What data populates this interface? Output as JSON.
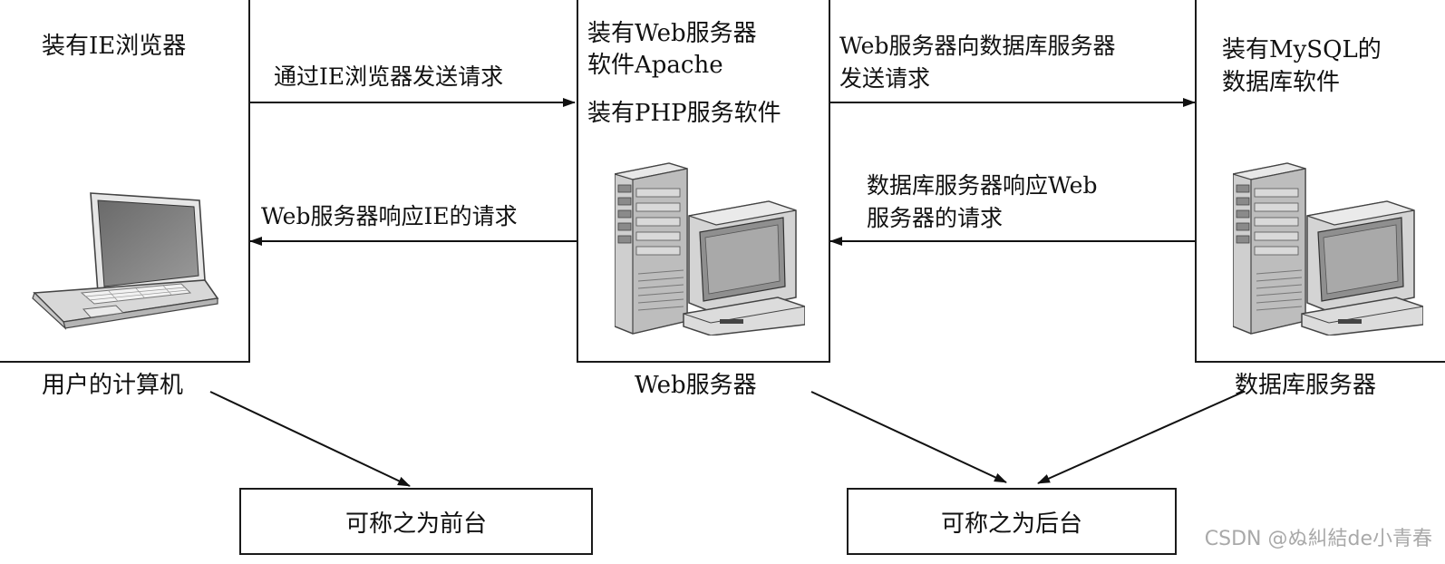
{
  "nodes": {
    "client": {
      "caption": "装有IE浏览器",
      "footer": "用户的计算机",
      "device": "laptop-icon"
    },
    "web_server": {
      "caption_lines": [
        "装有Web服务器",
        "软件Apache",
        "装有PHP服务软件"
      ],
      "footer": "Web服务器",
      "device": "desktop-computer-icon"
    },
    "db_server": {
      "caption_lines": [
        "装有MySQL的",
        "数据库软件"
      ],
      "footer": "数据库服务器",
      "device": "desktop-computer-icon"
    }
  },
  "edges": {
    "client_to_web": "通过IE浏览器发送请求",
    "web_to_client": "Web服务器响应IE的请求",
    "web_to_db_lines": [
      "Web服务器向数据库服务器",
      "发送请求"
    ],
    "db_to_web_lines": [
      "数据库服务器响应Web",
      "服务器的请求"
    ]
  },
  "groups": {
    "frontend": "可称之为前台",
    "backend": "可称之为后台"
  },
  "watermark": "CSDN @ぬ糾結de小青春"
}
